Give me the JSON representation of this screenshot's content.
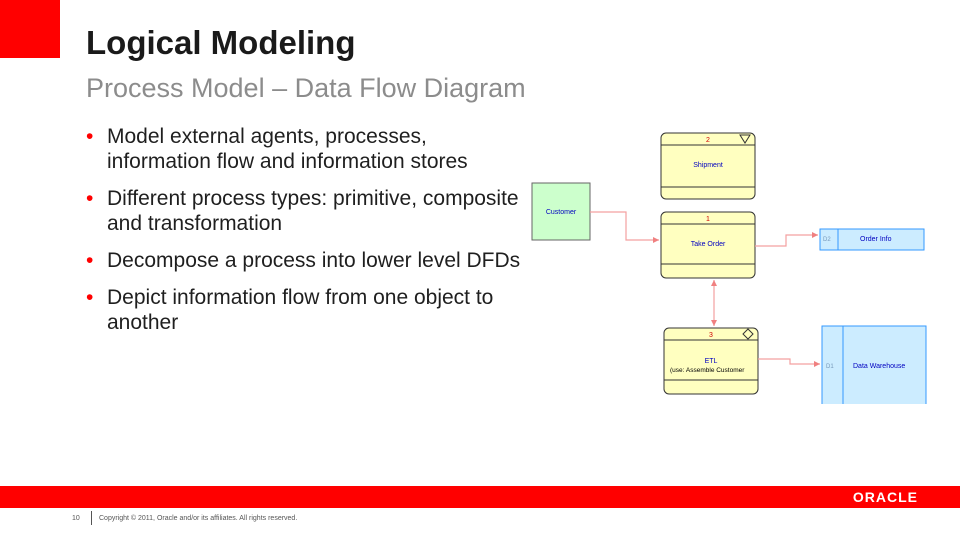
{
  "slide": {
    "title": "Logical Modeling",
    "subtitle": "Process Model – Data Flow Diagram",
    "bullets": [
      "Model external agents, processes, information flow and information stores",
      "Different process types: primitive, composite and transformation",
      "Decompose a process into lower level DFDs",
      "Depict information flow from one object to another"
    ]
  },
  "diagram": {
    "processes": [
      {
        "number": "2",
        "name": "Shipment",
        "icon": "triangle-down-icon"
      },
      {
        "number": "1",
        "name": "Take Order"
      },
      {
        "number": "3",
        "name": "ETL",
        "detail": "(use: Assemble Customer",
        "icon": "diamond-icon"
      }
    ],
    "external_agent": {
      "name": "Customer"
    },
    "stores": [
      {
        "id": "D2",
        "name": "Order Info"
      },
      {
        "id": "D1",
        "name": "Data Warehouse"
      }
    ]
  },
  "footer": {
    "page_number": "10",
    "copyright": "Copyright © 2011, Oracle and/or its affiliates. All rights reserved.",
    "logo": "ORACLE"
  },
  "colors": {
    "accent": "#ff0000",
    "process_fill": "#ffffc0",
    "agent_fill": "#ccffcc",
    "store_fill": "#ccecff",
    "flow_line": "#f4a0a0"
  }
}
